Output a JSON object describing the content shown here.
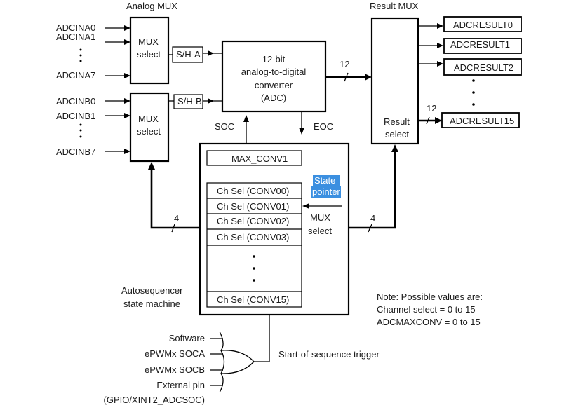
{
  "title_analog_mux": "Analog MUX",
  "title_result_mux": "Result MUX",
  "mux_a": {
    "inputs": [
      "ADCINA0",
      "ADCINA1",
      "ADCINA7"
    ],
    "label_line1": "MUX",
    "label_line2": "select",
    "sample_hold": "S/H-A"
  },
  "mux_b": {
    "inputs": [
      "ADCINB0",
      "ADCINB1",
      "ADCINB7"
    ],
    "label_line1": "MUX",
    "label_line2": "select",
    "sample_hold": "S/H-B"
  },
  "adc": {
    "line1": "12-bit",
    "line2": "analog-to-digital",
    "line3": "converter",
    "line4": "(ADC)",
    "bus_width": "12",
    "soc_label": "SOC",
    "eoc_label": "EOC"
  },
  "result_mux": {
    "label_line1": "Result",
    "label_line2": "select",
    "bus_width": "12",
    "outputs": [
      "ADCRESULT0",
      "ADCRESULT1",
      "ADCRESULT2",
      "ADCRESULT15"
    ]
  },
  "sequencer": {
    "max_conv": "MAX_CONV1",
    "channels": [
      "Ch Sel (CONV00)",
      "Ch Sel (CONV01)",
      "Ch Sel (CONV02)",
      "Ch Sel (CONV03)",
      "Ch Sel (CONV15)"
    ],
    "state_pointer_line1": "State",
    "state_pointer_line2": "pointer",
    "mux_select_line1": "MUX",
    "mux_select_line2": "select",
    "label_line1": "Autosequencer",
    "label_line2": "state machine",
    "left_bus_width": "4",
    "right_bus_width": "4"
  },
  "note": {
    "line1": "Note: Possible values are:",
    "line2": "Channel select = 0 to 15",
    "line3": "ADCMAXCONV = 0 to 15"
  },
  "trigger": {
    "inputs": [
      "Software",
      "ePWMx SOCA",
      "ePWMx SOCB",
      "External pin"
    ],
    "input_sub": "(GPIO/XINT2_ADCSOC)",
    "label": "Start-of-sequence trigger"
  },
  "colors": {
    "highlight": "#3b8fe0"
  }
}
